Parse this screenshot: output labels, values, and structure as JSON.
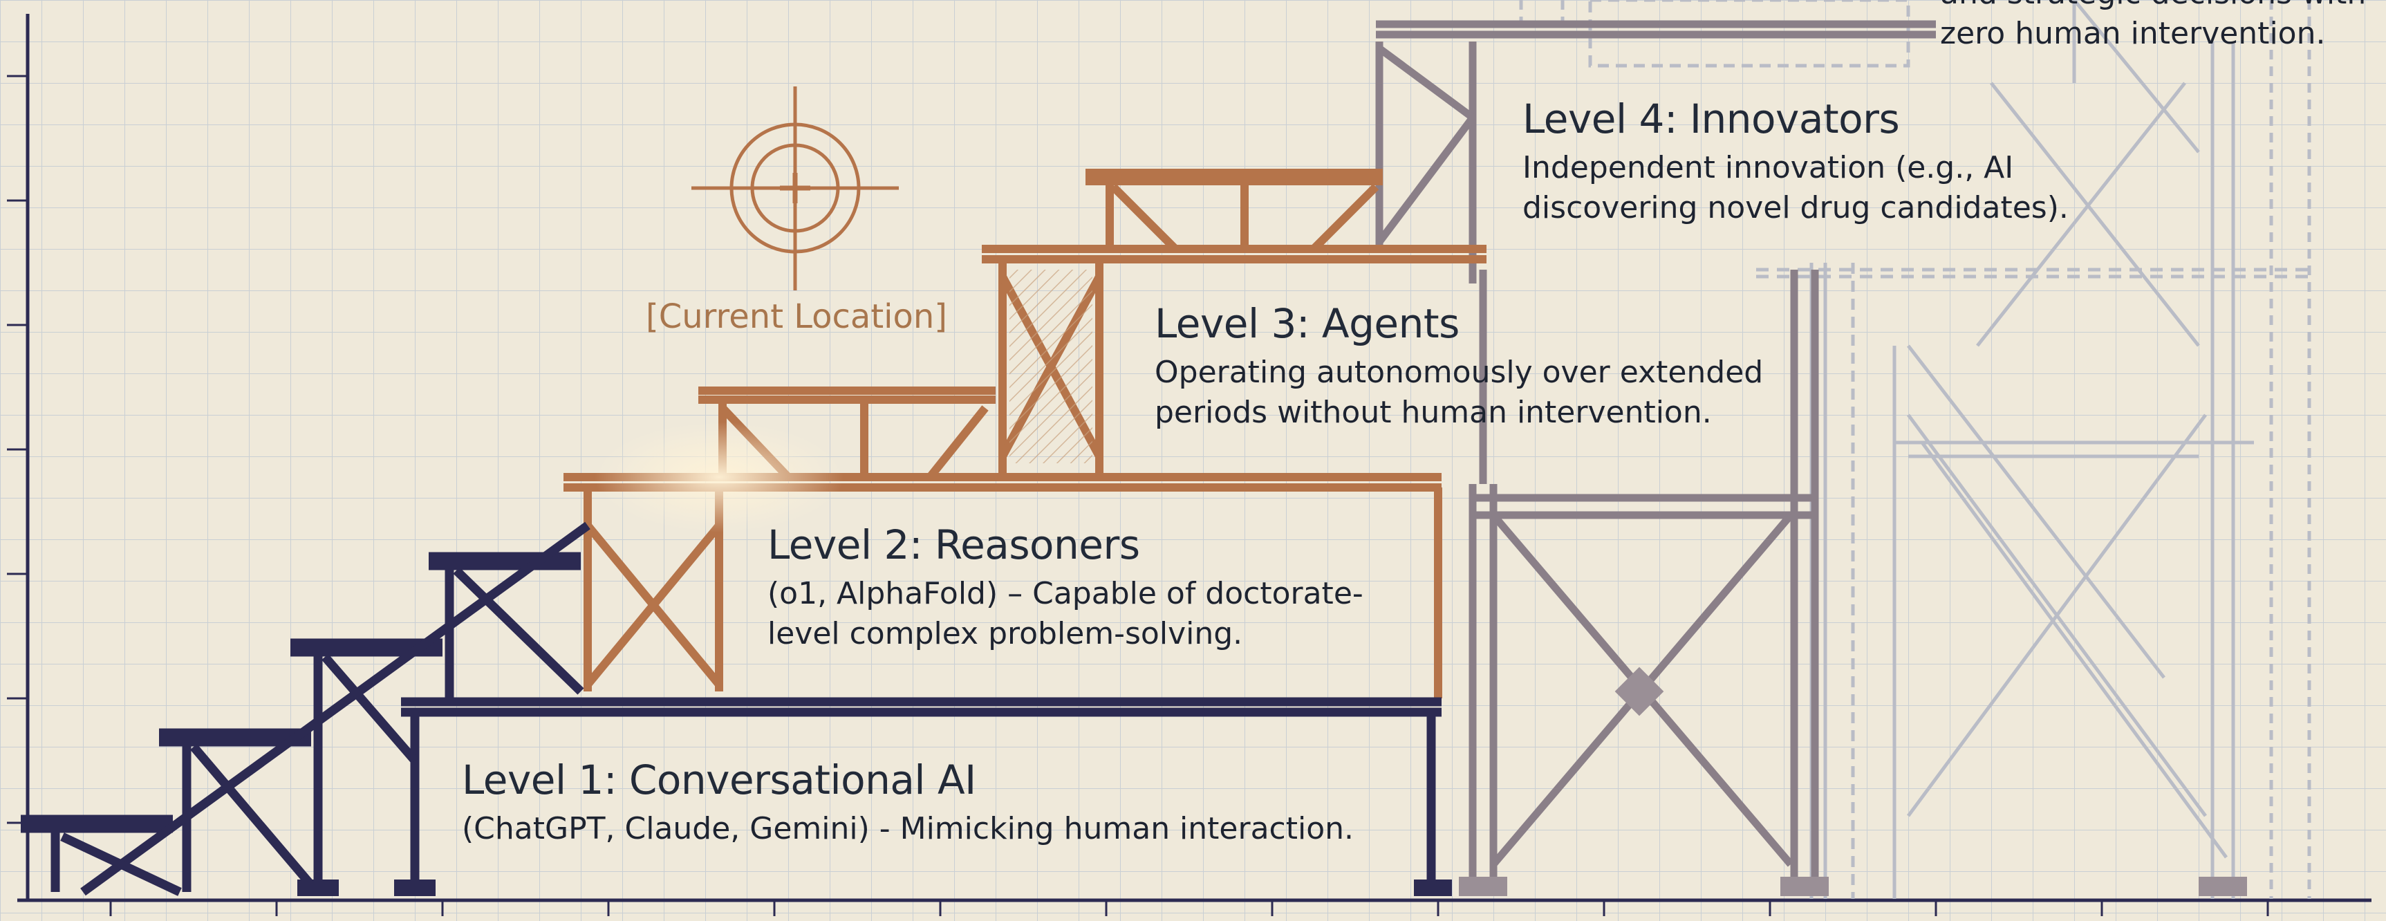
{
  "levels": [
    {
      "title": "Level 1: Conversational AI",
      "desc": "(ChatGPT, Claude, Gemini) - Mimicking human interaction."
    },
    {
      "title": "Level 2: Reasoners",
      "desc": "(o1, AlphaFold) – Capable of doctorate-level complex problem-solving."
    },
    {
      "title": "Level 3: Agents",
      "desc": "Operating autonomously over extended periods without human intervention."
    },
    {
      "title": "Level 4: Innovators",
      "desc": "Independent innovation (e.g., AI discovering novel drug candidates)."
    },
    {
      "title": "",
      "desc": "and strategic decisions with zero human intervention."
    }
  ],
  "marker": {
    "label": "[Current Location]",
    "icon": "crosshair-target-icon"
  },
  "colors": {
    "paper": "#efe9da",
    "grid": "#c9cfd4",
    "navy": "#2c2a52",
    "copper": "#b5744a",
    "steel": "#8a7f88",
    "ghost": "#b9bcc6",
    "text": "#222a38",
    "marker": "#a8764d"
  }
}
